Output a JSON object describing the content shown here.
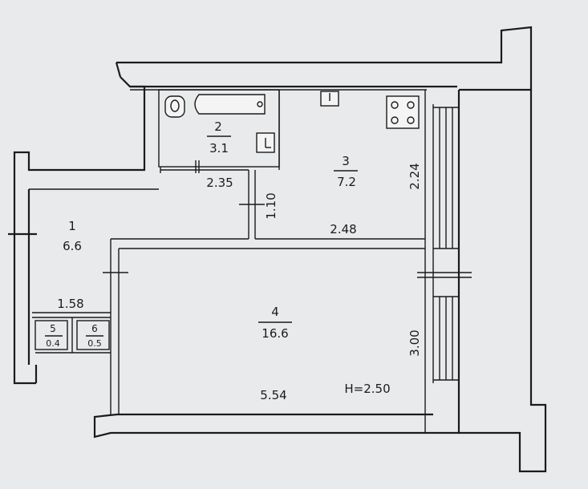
{
  "rooms": [
    {
      "number": "1",
      "area": "6.6"
    },
    {
      "number": "2",
      "area": "3.1"
    },
    {
      "number": "3",
      "area": "7.2"
    },
    {
      "number": "4",
      "area": "16.6"
    },
    {
      "number": "5",
      "area": "0.4"
    },
    {
      "number": "6",
      "area": "0.5"
    }
  ],
  "dimensions": {
    "bath_width": "2.35",
    "bath_door_height": "1.10",
    "kitchen_width": "2.48",
    "kitchen_depth": "2.24",
    "corridor_width": "1.58",
    "room_width": "5.54",
    "room_depth": "3.00"
  },
  "ceiling_height": "H=2.50"
}
